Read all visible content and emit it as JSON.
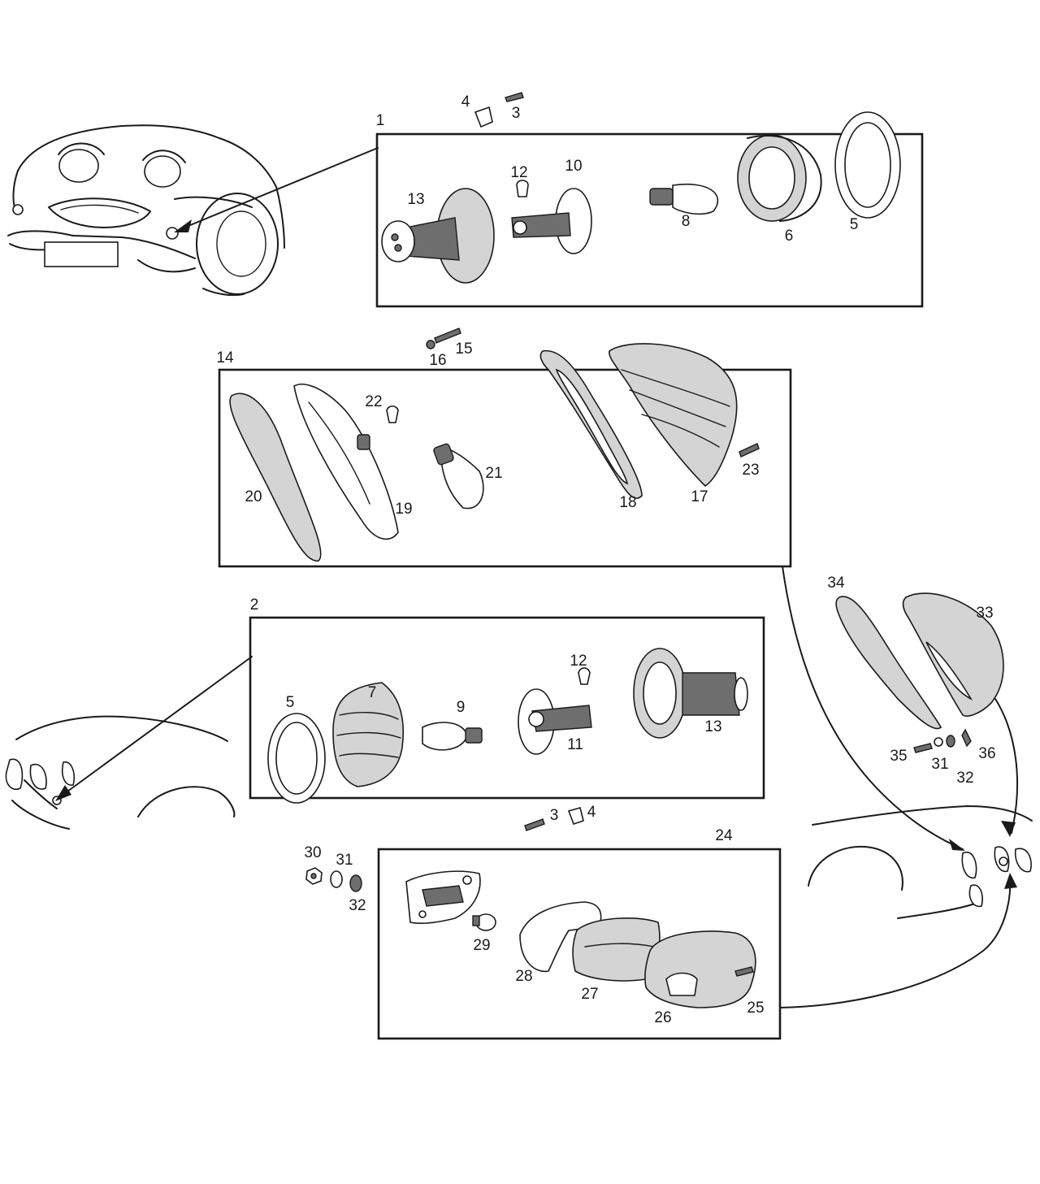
{
  "parts": [
    {
      "id": "p1",
      "number": "1"
    },
    {
      "id": "p3a",
      "number": "3"
    },
    {
      "id": "p4a",
      "number": "4"
    },
    {
      "id": "p13a",
      "number": "13"
    },
    {
      "id": "p12a",
      "number": "12"
    },
    {
      "id": "p10",
      "number": "10"
    },
    {
      "id": "p8",
      "number": "8"
    },
    {
      "id": "p6",
      "number": "6"
    },
    {
      "id": "p5a",
      "number": "5"
    },
    {
      "id": "p14",
      "number": "14"
    },
    {
      "id": "p15",
      "number": "15"
    },
    {
      "id": "p16",
      "number": "16"
    },
    {
      "id": "p22",
      "number": "22"
    },
    {
      "id": "p21",
      "number": "21"
    },
    {
      "id": "p20",
      "number": "20"
    },
    {
      "id": "p19",
      "number": "19"
    },
    {
      "id": "p18",
      "number": "18"
    },
    {
      "id": "p17",
      "number": "17"
    },
    {
      "id": "p23",
      "number": "23"
    },
    {
      "id": "p2",
      "number": "2"
    },
    {
      "id": "p5b",
      "number": "5"
    },
    {
      "id": "p7",
      "number": "7"
    },
    {
      "id": "p9",
      "number": "9"
    },
    {
      "id": "p12b",
      "number": "12"
    },
    {
      "id": "p11",
      "number": "11"
    },
    {
      "id": "p13b",
      "number": "13"
    },
    {
      "id": "p3b",
      "number": "3"
    },
    {
      "id": "p4b",
      "number": "4"
    },
    {
      "id": "p34",
      "number": "34"
    },
    {
      "id": "p33",
      "number": "33"
    },
    {
      "id": "p35",
      "number": "35"
    },
    {
      "id": "p31a",
      "number": "31"
    },
    {
      "id": "p32a",
      "number": "32"
    },
    {
      "id": "p36",
      "number": "36"
    },
    {
      "id": "p24",
      "number": "24"
    },
    {
      "id": "p30",
      "number": "30"
    },
    {
      "id": "p31b",
      "number": "31"
    },
    {
      "id": "p32b",
      "number": "32"
    },
    {
      "id": "p29",
      "number": "29"
    },
    {
      "id": "p28",
      "number": "28"
    },
    {
      "id": "p27",
      "number": "27"
    },
    {
      "id": "p26",
      "number": "26"
    },
    {
      "id": "p25",
      "number": "25"
    }
  ]
}
